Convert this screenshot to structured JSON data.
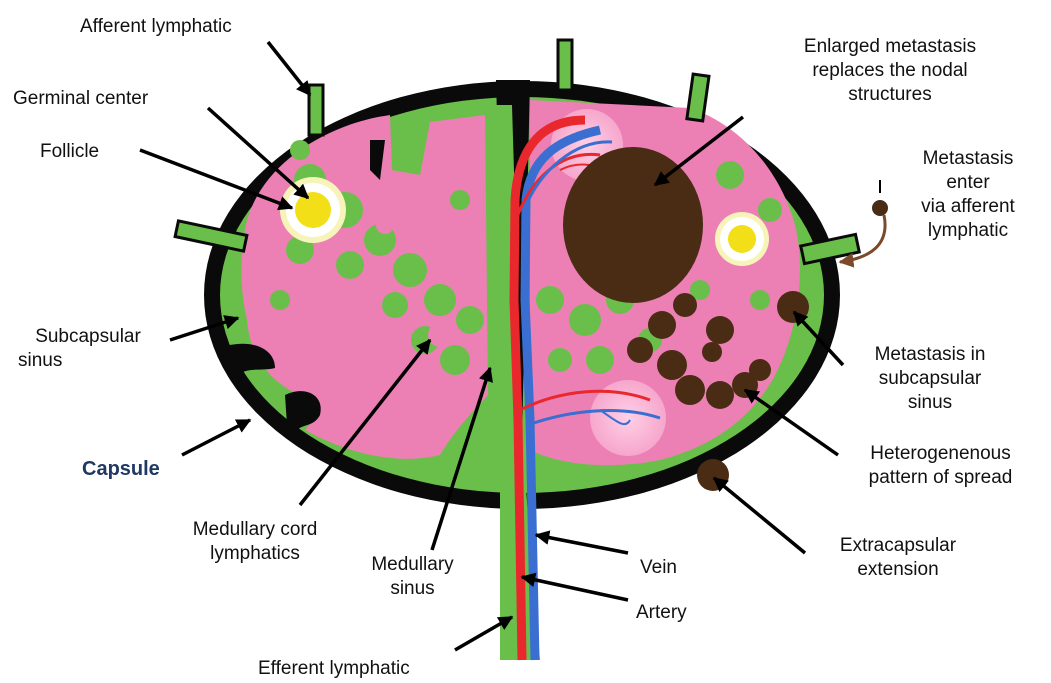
{
  "labels": {
    "afferent_lymphatic": "Afferent lymphatic",
    "germinal_center": "Germinal center",
    "follicle": "Follicle",
    "subcapsular_sinus": [
      "Subcapsular",
      "sinus"
    ],
    "capsule": "Capsule",
    "medullary_cord_lymphatics": [
      "Medullary cord",
      "lymphatics"
    ],
    "medullary_sinus": [
      "Medullary",
      "sinus"
    ],
    "efferent_lymphatic": "Efferent lymphatic",
    "vein": "Vein",
    "artery": "Artery",
    "enlarged_metastasis": [
      "Enlarged metastasis",
      "replaces the nodal",
      "structures"
    ],
    "metastasis_enter": [
      "Metastasis",
      "enter",
      "via afferent",
      "lymphatic"
    ],
    "metastasis_subcapsular": [
      "Metastasis in",
      "subcapsular",
      "sinus"
    ],
    "heterogenenous_pattern": [
      "Heterogenenous",
      "pattern of spread"
    ],
    "extracapsular_extension": [
      "Extracapsular",
      "extension"
    ]
  },
  "colors": {
    "capsule": "#0a0a0a",
    "sinus_green": "#6abf4b",
    "cortex_pink": "#ec7fb4",
    "germinal_yellow": "#f2df18",
    "follicle_halo": "#fffde0",
    "metastasis_brown": "#4a2c14",
    "artery_red": "#e8282c",
    "vein_blue": "#3a6fd1",
    "capsule_label": "#1f3864"
  }
}
